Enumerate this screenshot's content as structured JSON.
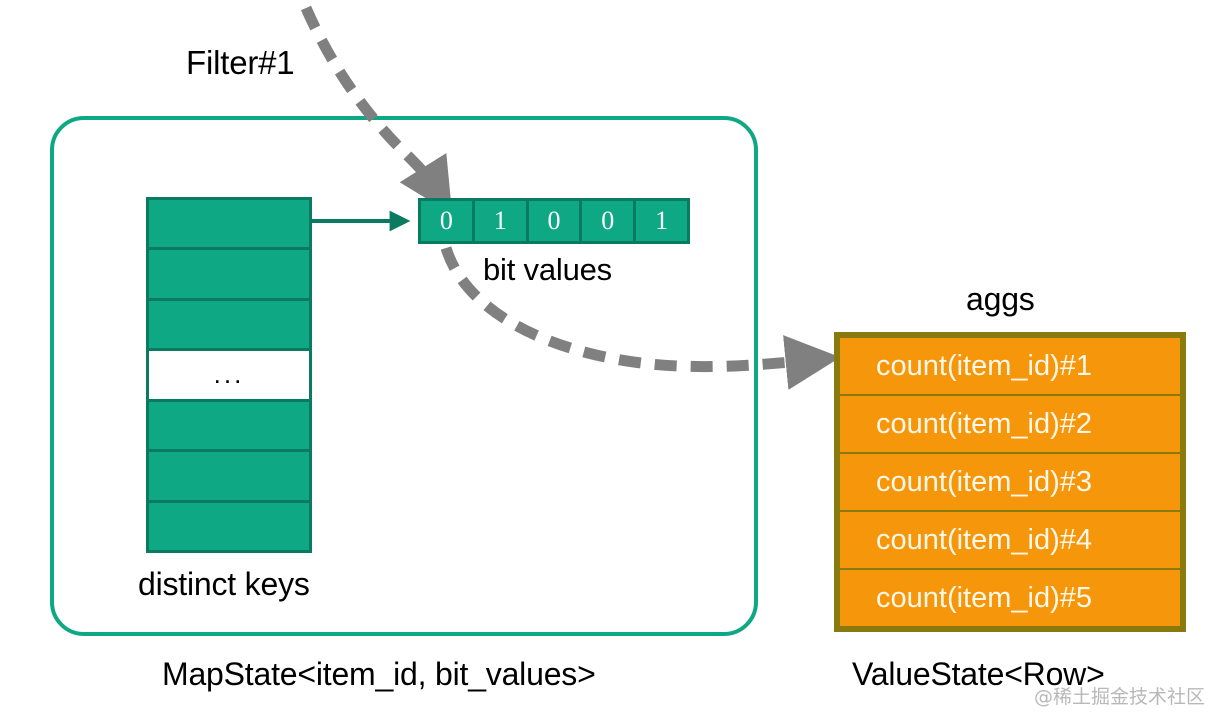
{
  "diagram": {
    "title_labels": {
      "filter": "Filter#1",
      "bit_values": "bit values",
      "distinct_keys": "distinct keys",
      "aggs": "aggs"
    },
    "captions": {
      "left": "MapState<item_id, bit_values>",
      "right": "ValueState<Row>"
    },
    "distinct_keys": {
      "row_count": 7,
      "rows": [
        {
          "label": "",
          "type": "filled"
        },
        {
          "label": "",
          "type": "filled"
        },
        {
          "label": "",
          "type": "filled"
        },
        {
          "label": "...",
          "type": "ellipsis"
        },
        {
          "label": "",
          "type": "filled"
        },
        {
          "label": "",
          "type": "filled"
        },
        {
          "label": "",
          "type": "filled"
        }
      ]
    },
    "bit_values": {
      "bits": [
        "0",
        "1",
        "0",
        "0",
        "1"
      ]
    },
    "aggs": {
      "rows": [
        "count(item_id)#1",
        "count(item_id)#2",
        "count(item_id)#3",
        "count(item_id)#4",
        "count(item_id)#5"
      ]
    },
    "arrows": [
      {
        "name": "filter-to-bit-values",
        "style": "dashed",
        "color": "#808080"
      },
      {
        "name": "bit-values-to-aggs",
        "style": "dashed",
        "color": "#808080"
      },
      {
        "name": "keys-to-bit-values",
        "style": "solid",
        "color": "#0A7A60"
      }
    ],
    "colors": {
      "teal_fill": "#0FA884",
      "teal_border": "#0A7A60",
      "container_border": "#0FA884",
      "orange_fill": "#F5960B",
      "orange_border": "#897A0D",
      "dashed_arrow": "#808080",
      "text": "#000000"
    },
    "watermark": "@稀土掘金技术社区"
  }
}
